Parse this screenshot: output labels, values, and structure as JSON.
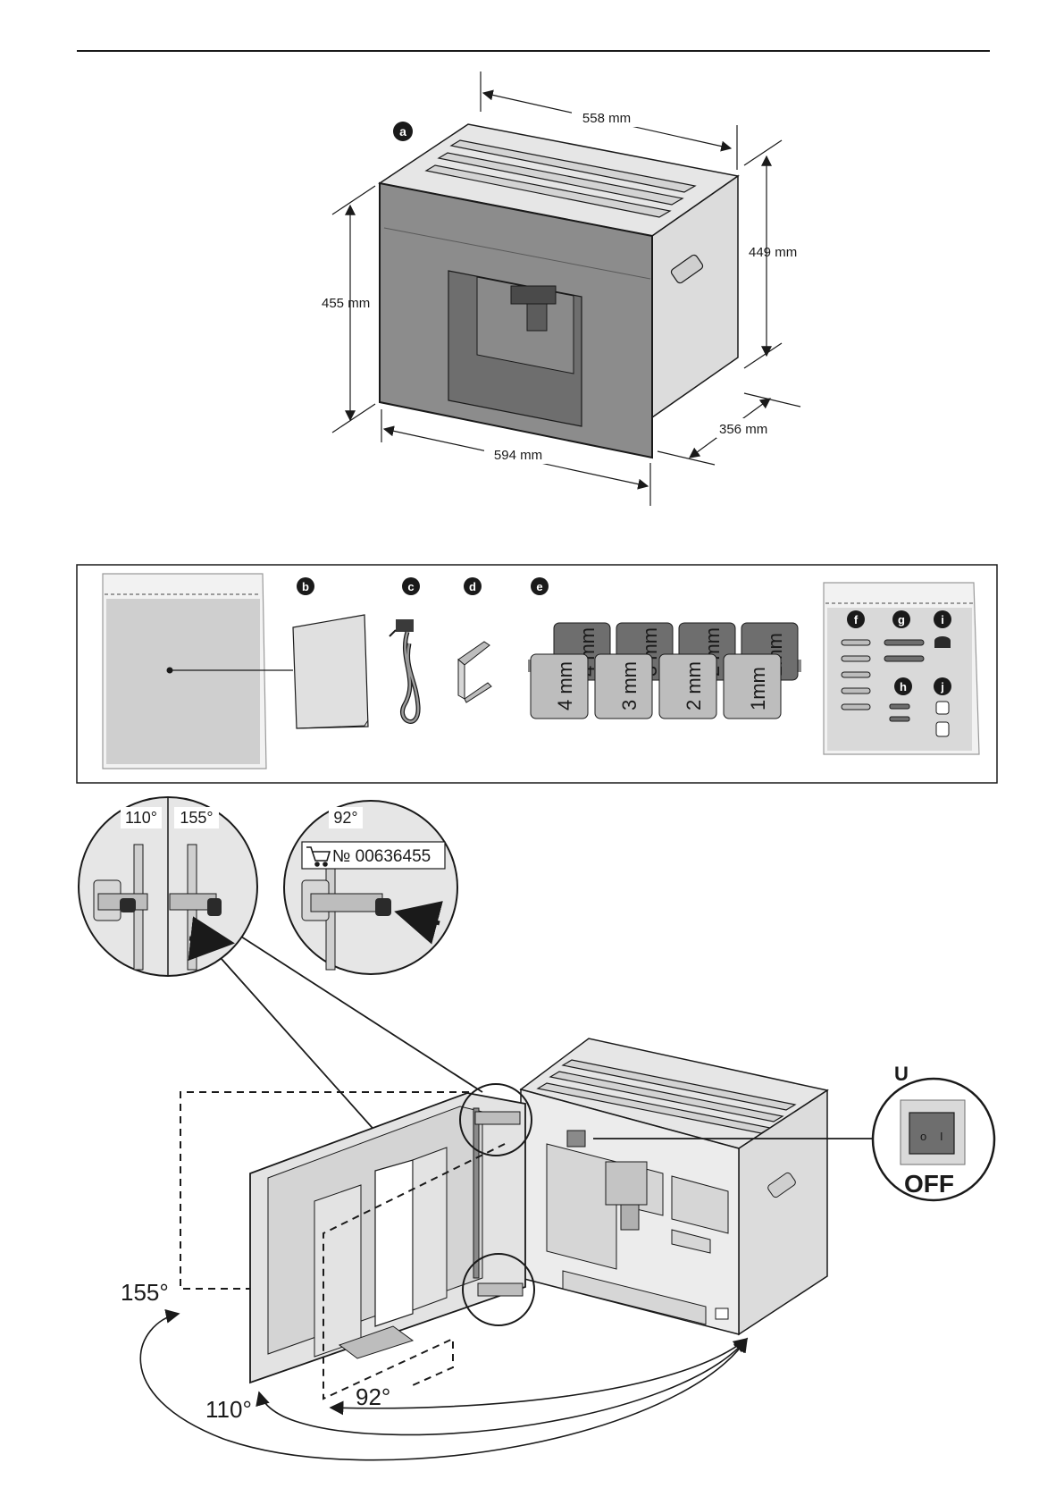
{
  "figure_a": {
    "marker": "a",
    "dim_depth": "558 mm",
    "dim_height_back": "449 mm",
    "dim_height_front": "455 mm",
    "dim_width": "594 mm",
    "dim_side": "356 mm"
  },
  "accessories": {
    "markers": {
      "b": "b",
      "c": "c",
      "d": "d",
      "e": "e",
      "f": "f",
      "g": "g",
      "h": "h",
      "i": "i",
      "j": "j"
    },
    "spacers_back": [
      "4 mm",
      "3 mm",
      "2 mm",
      "1mm"
    ],
    "spacers_front": [
      "4 mm",
      "3 mm",
      "2 mm",
      "1mm"
    ]
  },
  "hinge_details": {
    "angle_left": "110°",
    "angle_right": "155°",
    "angle_single": "92°",
    "part_number": "№ 00636455",
    "cart_icon": "shopping-cart-icon"
  },
  "door_diagram": {
    "angle_155": "155°",
    "angle_110": "110°",
    "angle_92": "92°",
    "switch_label": "U",
    "switch_state": "OFF"
  },
  "colors": {
    "line": "#1a1a1a",
    "panel_light": "#e3e3e3",
    "panel_mid": "#bfbfbf",
    "panel_dark": "#6e6e6e"
  }
}
